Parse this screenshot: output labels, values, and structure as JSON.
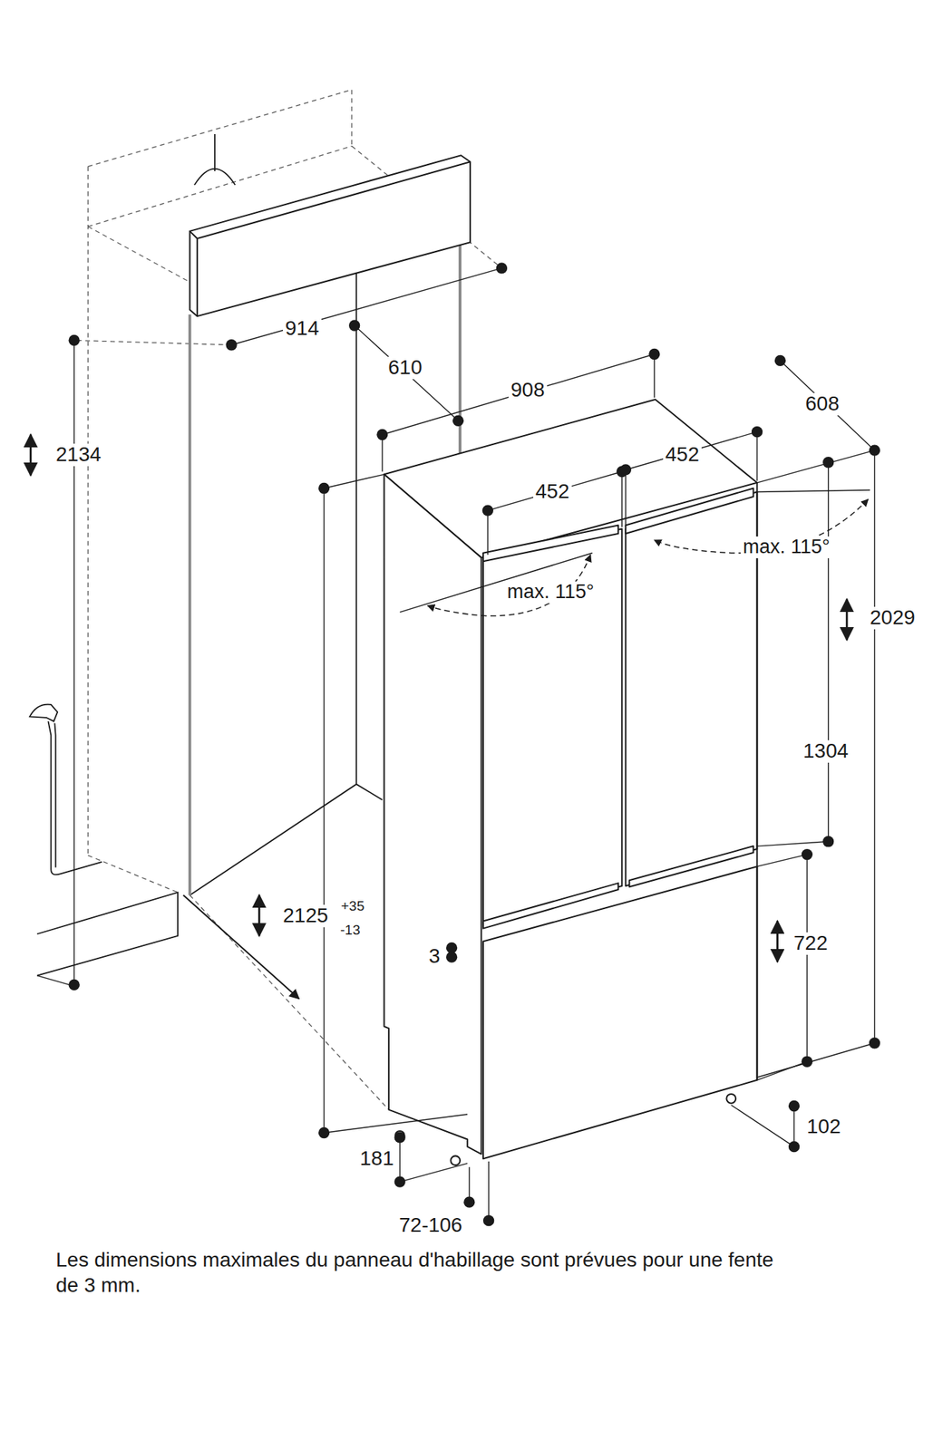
{
  "diagram": {
    "caption": "Les dimensions maximales du panneau d'habillage sont prévues pour une fente de 3 mm.",
    "labels": [
      "914",
      "610",
      "908",
      "608",
      "2134",
      "452",
      "452",
      "max. 115°",
      "max. 115°",
      "2029",
      "1304",
      "2125",
      "+35",
      "-13",
      "722",
      "3",
      "102",
      "181",
      "72-106"
    ]
  }
}
